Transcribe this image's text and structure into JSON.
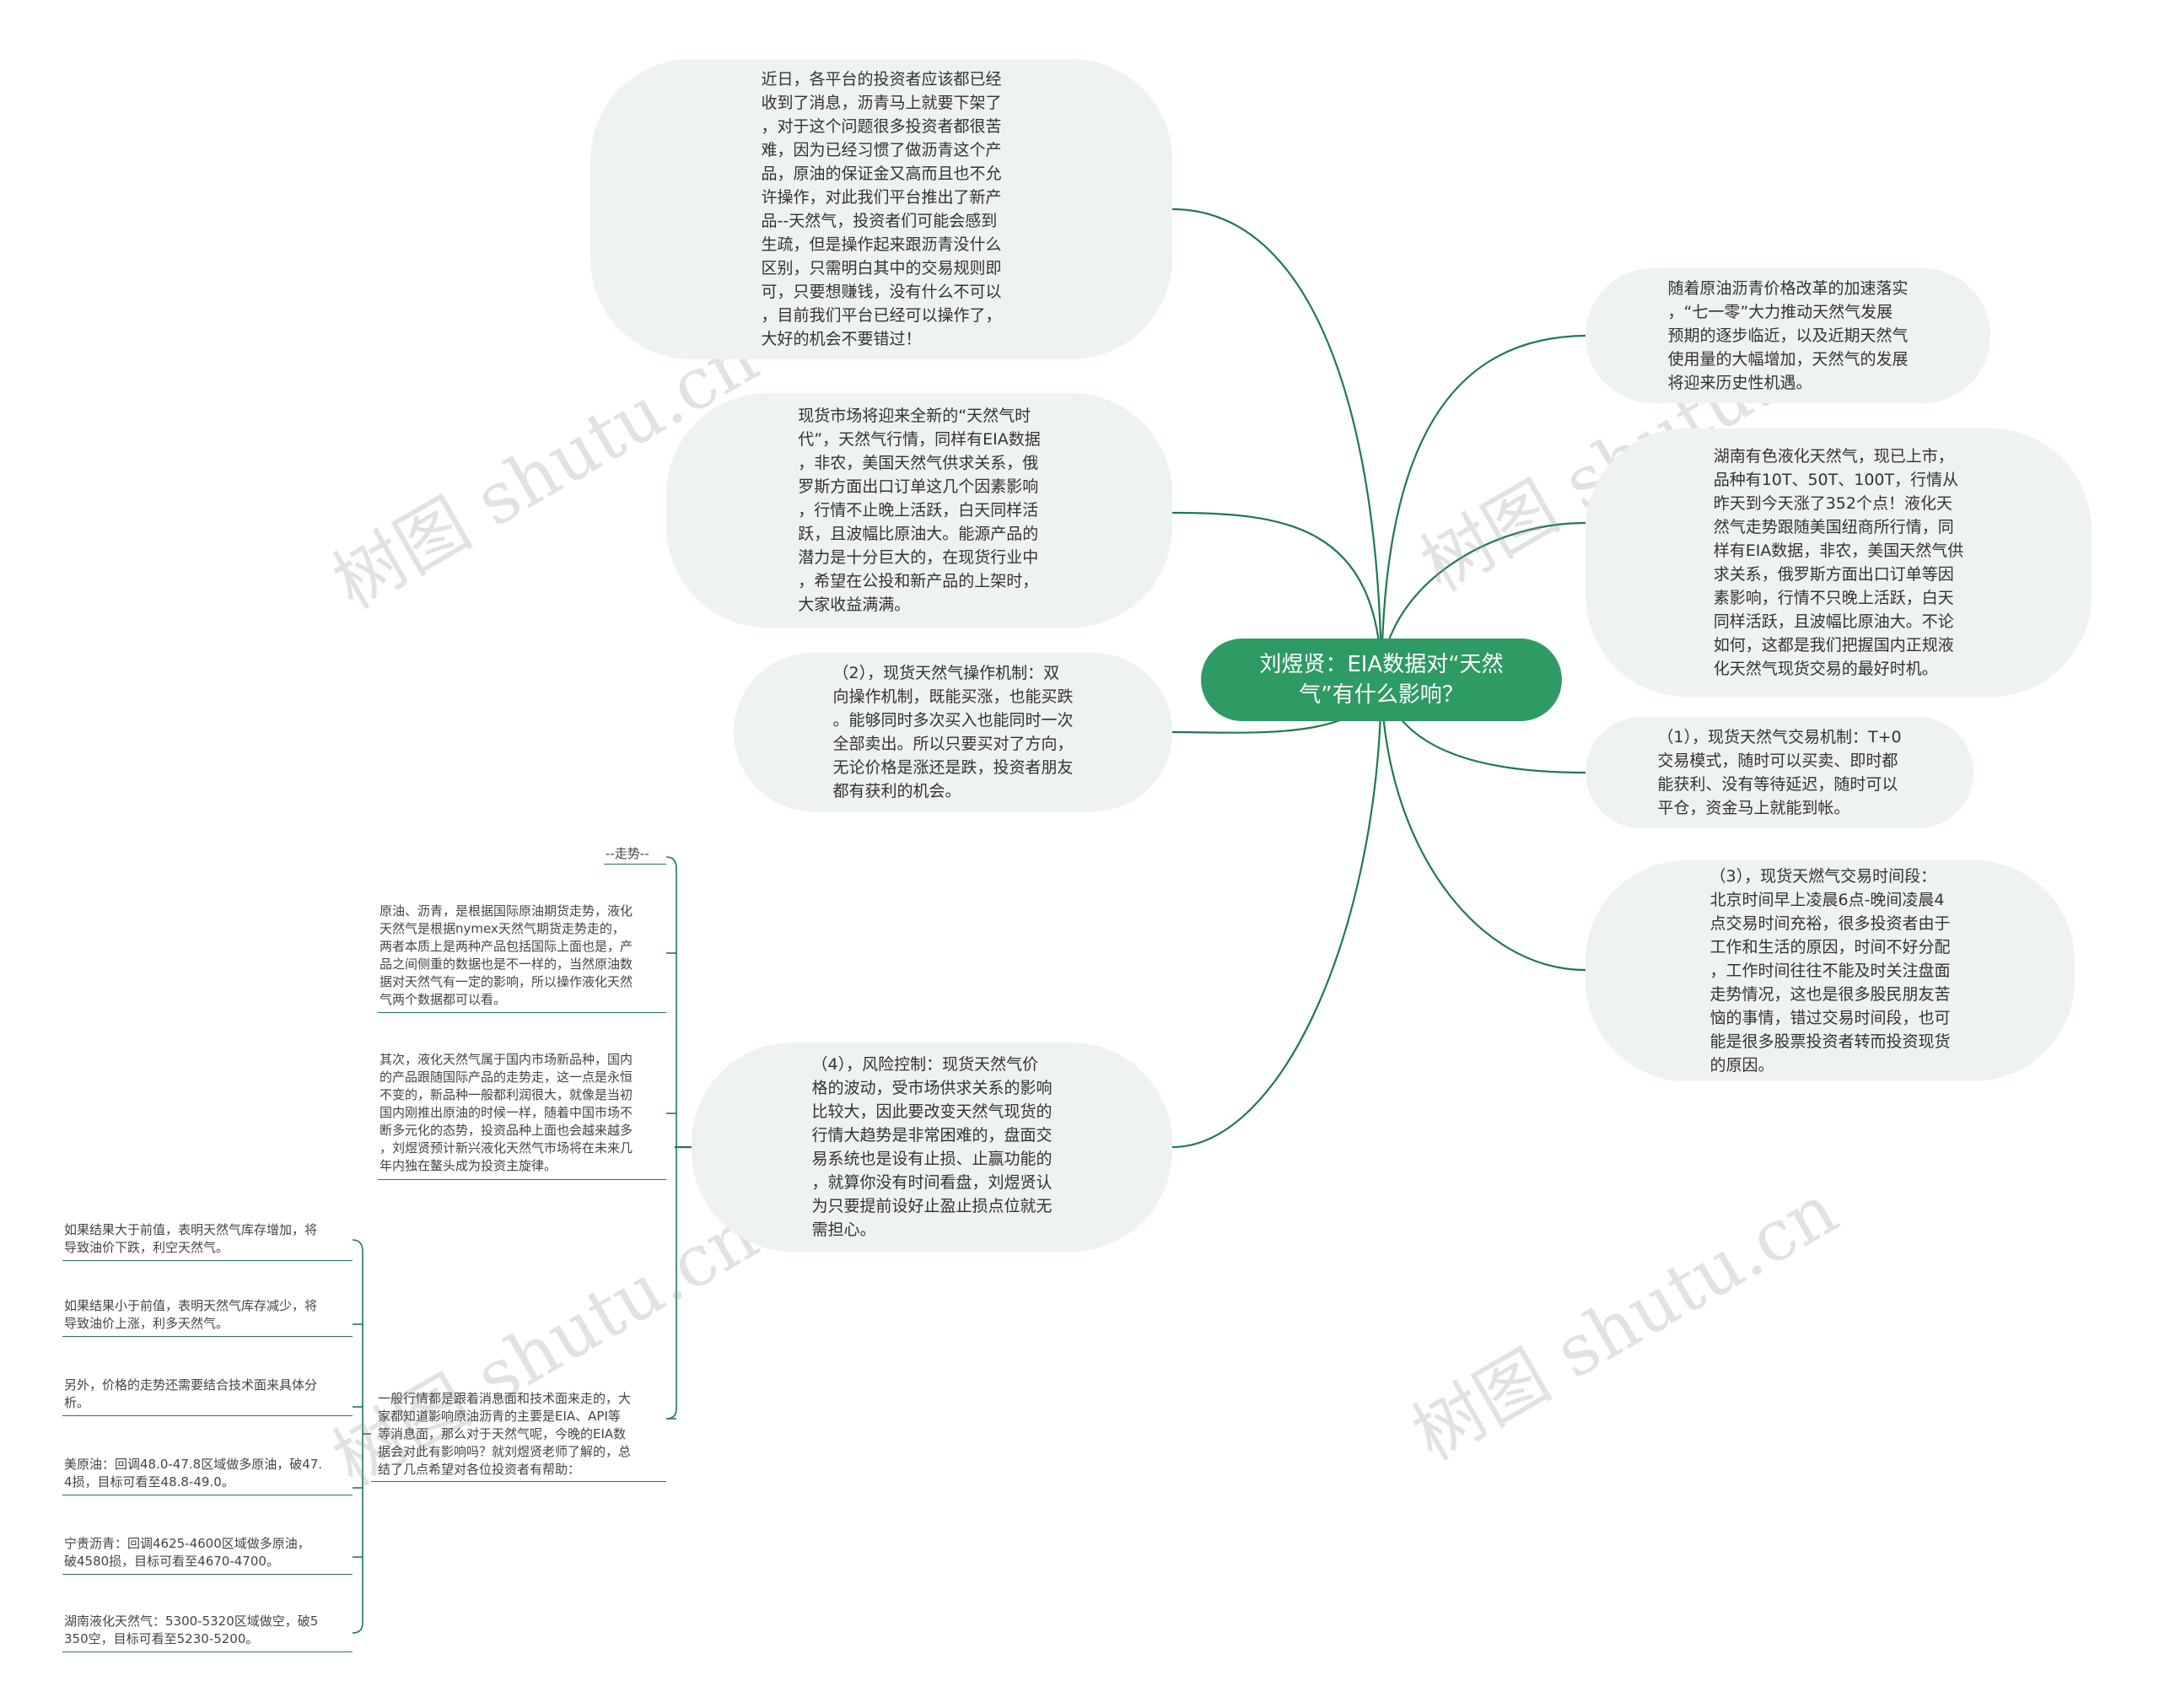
{
  "root": {
    "label": "刘煜贤：EIA数据对“天然\n气”有什么影响？"
  },
  "right_nodes": [
    "随着原油沥青价格改革的加速落实\n，“七一零”大力推动天然气发展\n预期的逐步临近，以及近期天然气\n使用量的大幅增加，天然气的发展\n将迎来历史性机遇。",
    "湖南有色液化天然气，现已上市，\n品种有10T、50T、100T，行情从\n昨天到今天涨了352个点！液化天\n然气走势跟随美国纽商所行情，同\n样有EIA数据，非农，美国天然气供\n求关系，俄罗斯方面出口订单等因\n素影响，行情不只晚上活跃，白天\n同样活跃，且波幅比原油大。不论\n如何，这都是我们把握国内正规液\n化天然气现货交易的最好时机。",
    "（1），现货天然气交易机制：T+0\n交易模式，随时可以买卖、即时都\n能获利、没有等待延迟，随时可以\n平仓，资金马上就能到帐。",
    "（3），现货天燃气交易时间段：\n北京时间早上凌晨6点-晚间凌晨4\n点交易时间充裕，很多投资者由于\n工作和生活的原因，时间不好分配\n，工作时间往往不能及时关注盘面\n走势情况，这也是很多股民朋友苦\n恼的事情，错过交易时间段，也可\n能是很多股票投资者转而投资现货\n的原因。"
  ],
  "left_nodes": [
    "近日，各平台的投资者应该都已经\n收到了消息，沥青马上就要下架了\n，对于这个问题很多投资者都很苦\n难，因为已经习惯了做沥青这个产\n品，原油的保证金又高而且也不允\n许操作，对此我们平台推出了新产\n品--天然气，投资者们可能会感到\n生疏，但是操作起来跟沥青没什么\n区别，只需明白其中的交易规则即\n可，只要想赚钱，没有什么不可以\n，目前我们平台已经可以操作了，\n大好的机会不要错过！",
    "现货市场将迎来全新的“天然气时\n代”，天然气行情，同样有EIA数据\n，非农，美国天然气供求关系，俄\n罗斯方面出口订单这几个因素影响\n，行情不止晚上活跃，白天同样活\n跃，且波幅比原油大。能源产品的\n潜力是十分巨大的，在现货行业中\n，希望在公投和新产品的上架时，\n大家收益满满。",
    "（2），现货天然气操作机制：双\n向操作机制，既能买涨，也能买跌\n。能够同时多次买入也能同时一次\n全部卖出。所以只要买对了方向，\n无论价格是涨还是跌，投资者朋友\n都有获利的机会。",
    "（4），风险控制：现货天然气价\n格的波动，受市场供求关系的影响\n比较大，因此要改变天然气现货的\n行情大趋势是非常困难的，盘面交\n易系统也是设有止损、止赢功能的\n，就算你没有时间看盘，刘煜贤认\n为只要提前设好止盈止损点位就无\n需担心。"
  ],
  "trend_group": {
    "title": "--走势--",
    "paragraph1": "原油、沥青，是根据国际原油期货走势，液化\n天然气是根据nymex天然气期货走势走的，\n两者本质上是两种产品包括国际上面也是，产\n品之间侧重的数据也是不一样的，当然原油数\n据对天然气有一定的影响，所以操作液化天然\n气两个数据都可以看。",
    "paragraph2": "其次，液化天然气属于国内市场新品种，国内\n的产品跟随国际产品的走势走，这一点是永恒\n不变的，新品种一般都利润很大，就像是当初\n国内刚推出原油的时候一样，随着中国市场不\n断多元化的态势，投资品种上面也会越来越多\n，刘煜贤预计新兴液化天然气市场将在未来几\n年内独在鳌头成为投资主旋律。",
    "paragraph3": "一般行情都是跟着消息面和技术面来走的，大\n家都知道影响原油沥青的主要是EIA、API等\n等消息面，那么对于天然气呢，今晚的EIA数\n据会对此有影响吗？就刘煜贤老师了解的，总\n结了几点希望对各位投资者有帮助："
  },
  "sub_items": [
    "如果结果大于前值，表明天然气库存增加，将\n导致油价下跌，利空天然气。",
    "如果结果小于前值，表明天然气库存减少，将\n导致油价上涨，利多天然气。",
    "另外，价格的走势还需要结合技术面来具体分\n析。",
    "美原油：回调48.0-47.8区域做多原油，破47.\n4损，目标可看至48.8-49.0。",
    "宁贵沥青：回调4625-4600区域做多原油，\n破4580损，目标可看至4670-4700。",
    "湖南液化天然气：5300-5320区域做空，破5\n350空，目标可看至5230-5200。"
  ],
  "watermark": "树图 shutu.cn",
  "colors": {
    "edge": "#1f7a4d",
    "root_fill": "#2e9a64",
    "bubble_fill": "#eef2f1"
  }
}
